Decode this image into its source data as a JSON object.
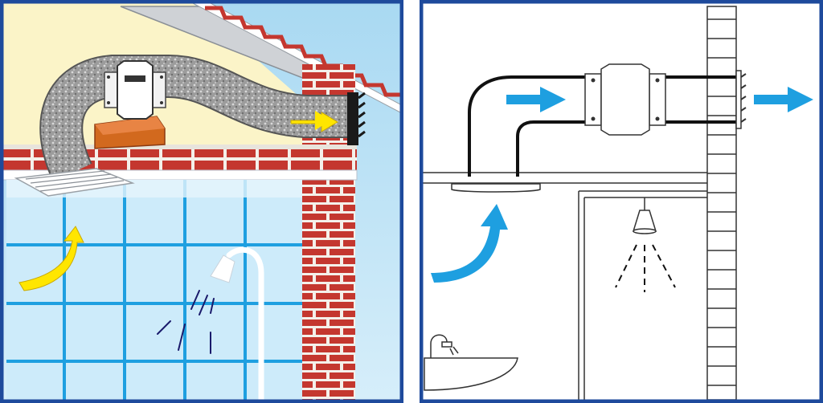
{
  "diagram": {
    "panels": [
      {
        "id": "left",
        "view": "cutaway-3d",
        "components": [
          "roof",
          "attic",
          "flexible-duct",
          "inline-fan",
          "brick-support",
          "exterior-grille",
          "ceiling-diffuser",
          "tiled-wall",
          "shower",
          "brick-wall"
        ],
        "arrows": [
          {
            "color": "#FFE600",
            "meaning": "air-intake"
          },
          {
            "color": "#FFE600",
            "meaning": "air-exhaust"
          }
        ]
      },
      {
        "id": "right",
        "view": "schematic",
        "components": [
          "elbow-duct",
          "inline-fan",
          "exterior-grille",
          "ceiling-diffuser",
          "brick-wall",
          "shower-head",
          "washbasin",
          "door-frame"
        ],
        "arrows": [
          {
            "color": "#1E9FE0",
            "meaning": "air-intake"
          },
          {
            "color": "#1E9FE0",
            "meaning": "duct-flow"
          },
          {
            "color": "#1E9FE0",
            "meaning": "air-exhaust"
          }
        ]
      }
    ],
    "colors": {
      "frame": "#1E4A9C",
      "sky": "#A9D9F2",
      "attic": "#FBF4C8",
      "brick": "#C4372F",
      "tile": "#CDEBFA",
      "grout": "#1E9FE0",
      "arrow_yellow": "#FFE600",
      "arrow_blue": "#1E9FE0"
    }
  }
}
